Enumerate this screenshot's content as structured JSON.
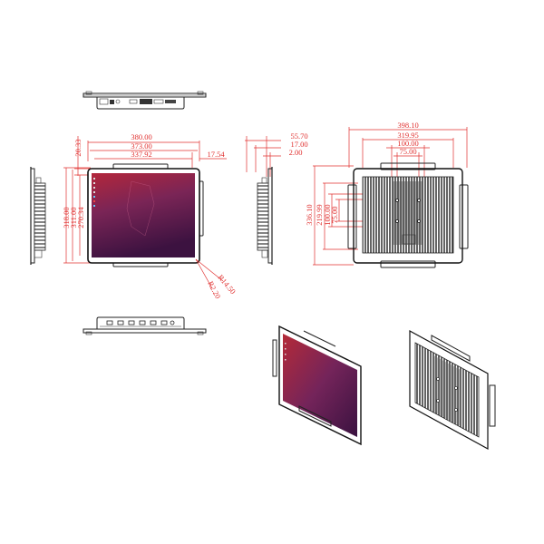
{
  "drawing": {
    "subject": "Open-frame industrial monitor dimension drawing",
    "views": [
      "top-view",
      "front-view",
      "left-side-view",
      "right-side-view",
      "rear-view",
      "bottom-view",
      "isometric-front",
      "isometric-rear"
    ]
  },
  "front_view": {
    "width_outer": "380.00",
    "width_mid": "373.00",
    "width_screen": "337.92",
    "bezel_right": "17.54",
    "bezel_top": "20.33",
    "height_outer": "318.00",
    "height_mid": "311.00",
    "height_screen": "270.34",
    "corner_radius_1": "R14.50",
    "corner_radius_2": "R2.20"
  },
  "side_view": {
    "depth_total": "55.70",
    "depth_frame": "17.00",
    "depth_front": "2.00"
  },
  "rear_view": {
    "width_outer": "398.10",
    "width_bracket": "319.95",
    "vesa_100_h": "100.00",
    "vesa_75_h": "75.00",
    "height_outer": "336.10",
    "height_bracket": "219.99",
    "vesa_100_v": "100.00",
    "vesa_75_v": "75.00"
  },
  "colors": {
    "dimension": "#e0302f",
    "outline": "#222222",
    "screen_top": "#b3263b",
    "screen_mid": "#7a2556",
    "screen_bottom": "#3c1240"
  }
}
